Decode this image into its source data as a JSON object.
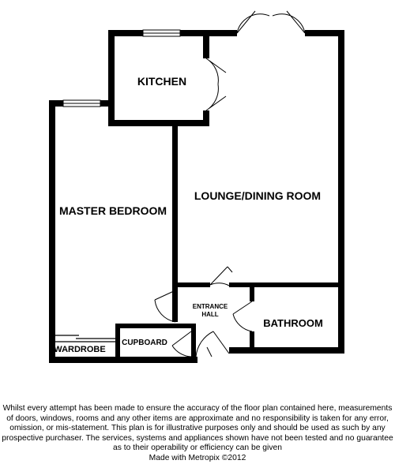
{
  "rooms": {
    "kitchen": "KITCHEN",
    "master_bedroom": "MASTER BEDROOM",
    "lounge": "LOUNGE/DINING ROOM",
    "entrance_hall_line1": "ENTRANCE",
    "entrance_hall_line2": "HALL",
    "bathroom": "BATHROOM",
    "cupboard": "CUPBOARD",
    "wardrobe": "WARDROBE"
  },
  "disclaimer": {
    "lines": [
      "Whilst every attempt has been made to ensure the accuracy of the floor plan contained here, measurements",
      "of doors, windows, rooms and any other items are approximate and no responsibility is taken for any error,",
      "omission, or mis-statement. This plan is for illustrative purposes only and should be used as such by any",
      "prospective purchaser. The services, systems and appliances shown have not been tested and no guarantee",
      "as to their operability or efficiency can be given",
      "Made with Metropix ©2012"
    ]
  },
  "colors": {
    "wall": "#000000",
    "background": "#ffffff",
    "window": "#888888"
  }
}
